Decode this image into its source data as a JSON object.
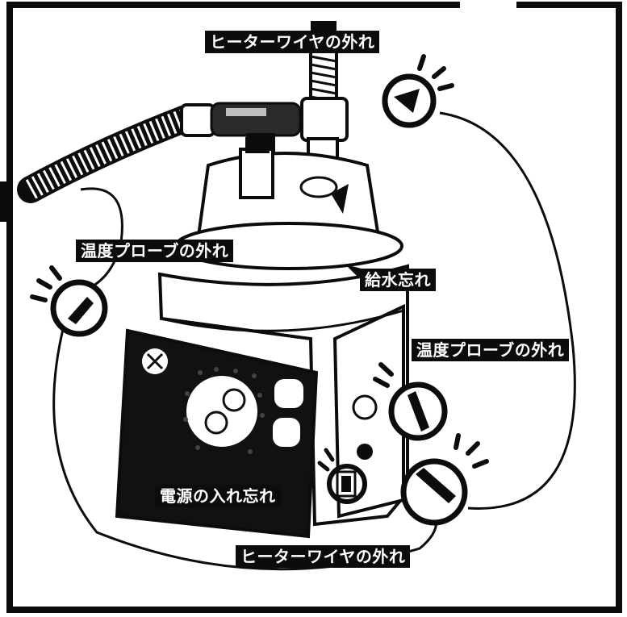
{
  "labels": {
    "heater_wire_top": "ヒーターワイヤの外れ",
    "temp_probe_left": "温度プローブの外れ",
    "water_supply": "給水忘れ",
    "temp_probe_right": "温度プローブの外れ",
    "power_switch": "電源の入れ忘れ",
    "heater_wire_bottom": "ヒーターワイヤの外れ"
  },
  "colors": {
    "ink": "#0c0c0c",
    "paper": "#ffffff",
    "panel": "#111111"
  }
}
